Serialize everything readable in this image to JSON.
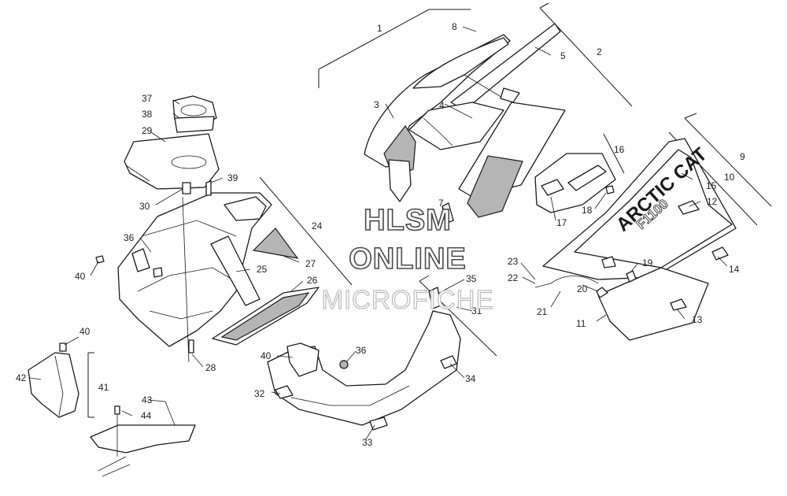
{
  "watermark": {
    "line1": "HLSM",
    "line2": "ONLINE",
    "line3": "MICROFICHE"
  },
  "decal": {
    "brand": "ARCTIC CAT",
    "model": "F1100"
  },
  "callouts": [
    "1",
    "2",
    "3",
    "4",
    "5",
    "7",
    "8",
    "9",
    "10",
    "11",
    "12",
    "13",
    "14",
    "15",
    "16",
    "17",
    "18",
    "19",
    "20",
    "21",
    "22",
    "23",
    "24",
    "25",
    "26",
    "27",
    "28",
    "29",
    "30",
    "31",
    "32",
    "33",
    "34",
    "35",
    "36",
    "36",
    "37",
    "38",
    "39",
    "40",
    "40",
    "40",
    "41",
    "42",
    "43",
    "44"
  ],
  "colors": {
    "line": "#1a1a1a",
    "shade": "#b5b5b5",
    "background": "#ffffff"
  }
}
